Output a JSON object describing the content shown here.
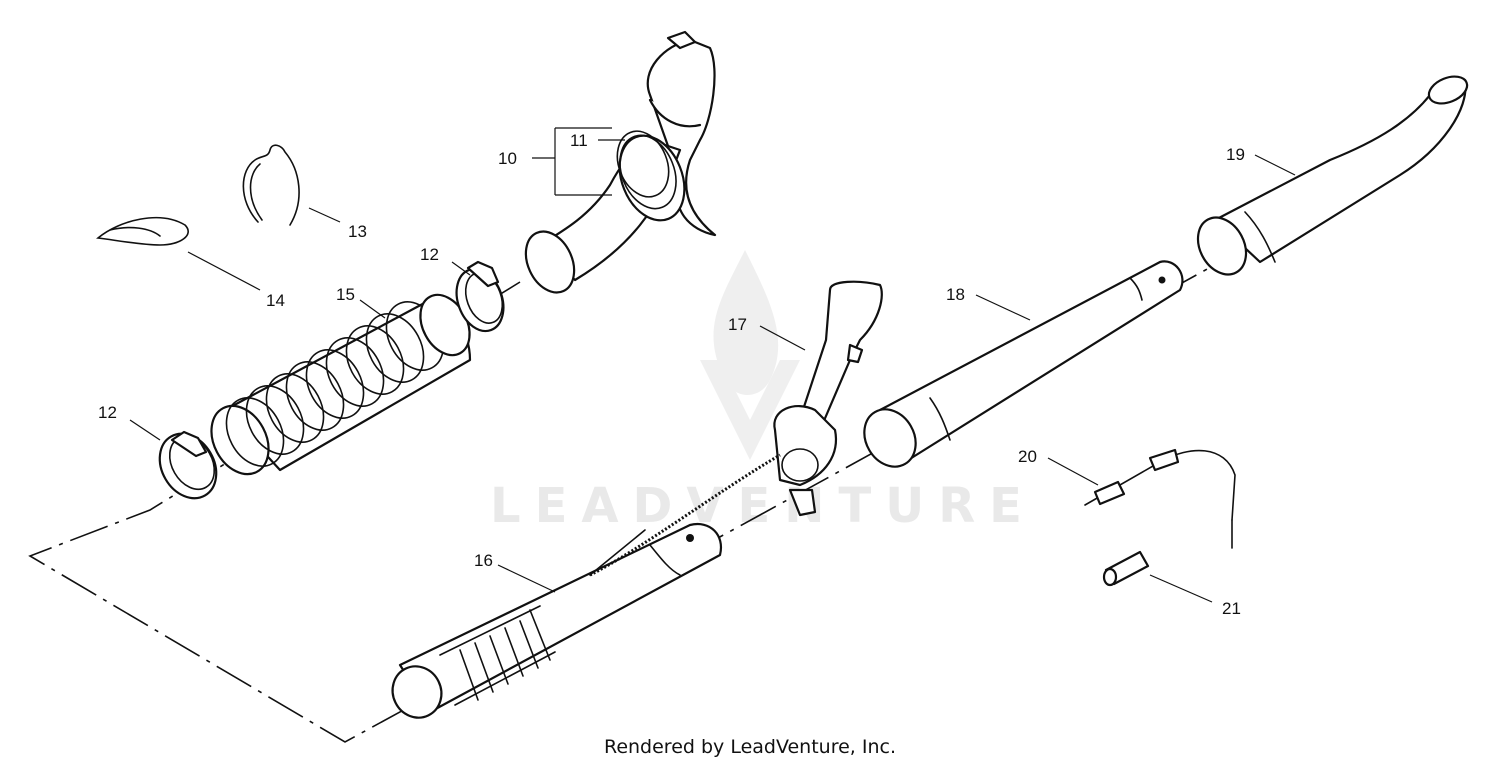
{
  "watermark": "LEADVENTURE",
  "footer": "Rendered by LeadVenture, Inc.",
  "callouts": {
    "c10": "10",
    "c11": "11",
    "c12a": "12",
    "c12b": "12",
    "c13": "13",
    "c14": "14",
    "c15": "15",
    "c16": "16",
    "c17": "17",
    "c18": "18",
    "c19": "19",
    "c20": "20",
    "c21": "21"
  }
}
